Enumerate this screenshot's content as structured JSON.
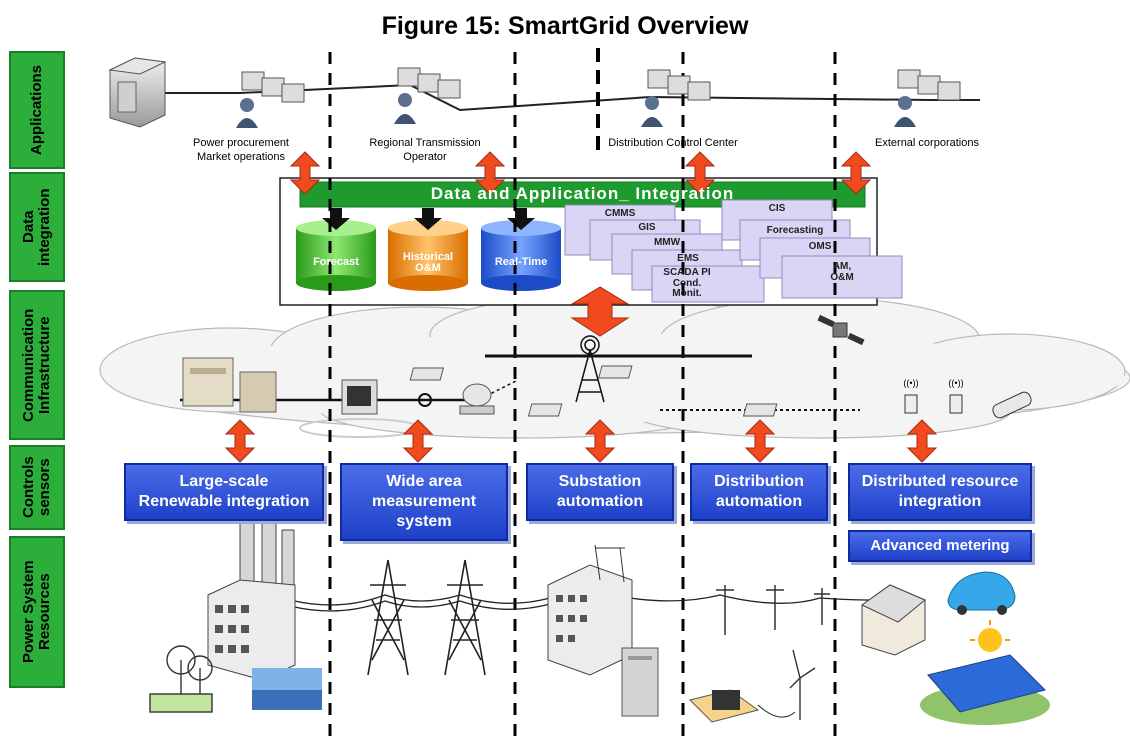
{
  "title": "Figure 15: SmartGrid Overview",
  "layers": [
    "Applications",
    "Data integration",
    "Communication Infrastructure",
    "Controls sensors",
    "Power System Resources"
  ],
  "applications": {
    "power_procurement": [
      "Power procurement",
      "Market operations"
    ],
    "regional_transmission": [
      "Regional Transmission",
      "Operator"
    ],
    "distribution_control": "Distribution Control Center",
    "external": "External corporations"
  },
  "integration_bar": "Data and Application_ Integration",
  "databases": {
    "forecast": "Forecast",
    "historical": "Historical O&M",
    "realtime": "Real-Time"
  },
  "modules": {
    "left": [
      "CMMS",
      "GIS",
      "MMW",
      "EMS",
      "SCADA PI Cond. Monit."
    ],
    "right": [
      "CIS",
      "Forecasting",
      "OMS",
      "AM, O&M"
    ]
  },
  "capabilities": {
    "renewable": [
      "Large-scale",
      "Renewable integration"
    ],
    "wide_area": [
      "Wide area",
      "measurement",
      "system"
    ],
    "substation": [
      "Substation",
      "automation"
    ],
    "distribution": [
      "Distribution",
      "automation"
    ],
    "distributed": [
      "Distributed resource",
      "integration"
    ],
    "metering": "Advanced metering"
  },
  "colors": {
    "layer_green": "#2cae3b",
    "bar_green": "#1f9a2e",
    "cap_blue": "#1f41c9",
    "arrow_red": "#f04a1e",
    "module_lavender": "#d8d6f4"
  }
}
